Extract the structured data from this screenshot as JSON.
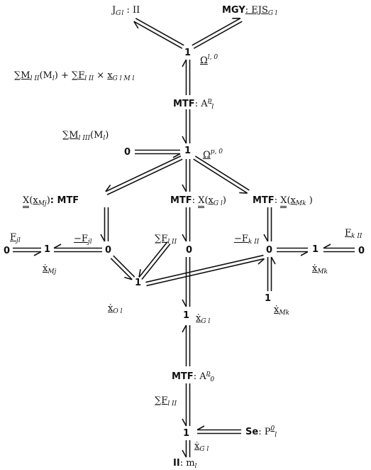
{
  "nodes": {
    "one_top": "1",
    "one_mid": "1",
    "one_left": "1",
    "one_right": "1",
    "one_center": "1",
    "one_lower_right": "1",
    "one_lower_center": "1",
    "one_bottom": "1",
    "zero_mid": "0",
    "zero_left_outer": "0",
    "zero_left_inner": "0",
    "zero_center": "0",
    "zero_right_inner": "0",
    "zero_right_outer": "0"
  },
  "labels": {
    "j_label": "J",
    "j_rhs": ": II",
    "mgy": "MGY",
    "ejs": ": EJS",
    "omega_top": "Ω",
    "sum_top": "∑M",
    "mtf_top": "MTF",
    "mtf_top_rhs": ": A",
    "sum_mid": "∑M",
    "omega_mid": "Ω",
    "x_left": "X",
    "x_left_rhs": ": MTF",
    "mtf_center": "MTF",
    "mtf_right": "MTF",
    "f_left_outer": "F",
    "f_left_inner": "−F",
    "sum_center": "∑F",
    "f_right_inner": "−F",
    "f_right_outer": "F",
    "xdot_left": "ẋ",
    "xdot_right": "ẋ",
    "xdot_center_left": "ẋ",
    "xdot_center": "ẋ",
    "xdot_lower_right": "ẋ",
    "mtf_bottom": "MTF",
    "mtf_bottom_rhs": ": A",
    "sum_bottom": "∑F",
    "se": "Se",
    "se_rhs": ": P",
    "xdot_bottom": "ẋ",
    "ii_bottom": "II",
    "ii_bottom_rhs": ": m"
  }
}
